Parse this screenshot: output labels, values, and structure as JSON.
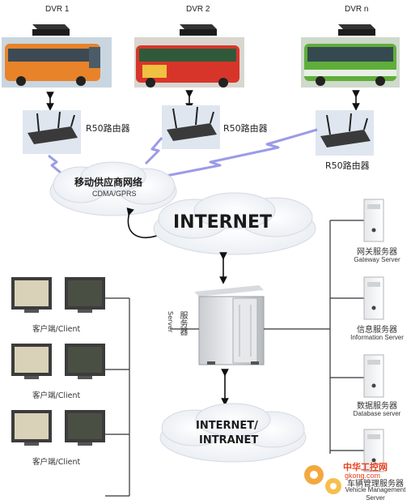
{
  "dvrs": [
    {
      "label": "DVR 1"
    },
    {
      "label": "DVR 2"
    },
    {
      "label": "DVR n"
    }
  ],
  "routers": [
    {
      "label": "R50路由器"
    },
    {
      "label": "R50路由器"
    },
    {
      "label": "R50路由器"
    }
  ],
  "mobile_cloud": {
    "title": "移动供应商网络",
    "subtitle": "CDMA/GPRS"
  },
  "internet_cloud": {
    "title": "INTERNET"
  },
  "intranet_cloud": {
    "line1": "INTERNET/",
    "line2": "INTRANET"
  },
  "central_server": {
    "label_cn": "服务器",
    "label_en": "Server"
  },
  "servers": [
    {
      "name_cn": "网关服务器",
      "name_en": "Gateway Server"
    },
    {
      "name_cn": "信息服务器",
      "name_en": "Information Server"
    },
    {
      "name_cn": "数据服务器",
      "name_en": "Database server"
    },
    {
      "name_cn": "车辆管理服务器",
      "name_en": "Vehicle Management Server"
    }
  ],
  "clients": [
    {
      "label": "客户端/Client"
    },
    {
      "label": "客户端/Client"
    },
    {
      "label": "客户端/Client"
    }
  ],
  "watermark": {
    "line1": "中华工控网",
    "line2": "gkong.com"
  },
  "colors": {
    "bus1": "#e8832a",
    "bus2": "#d8352a",
    "bus3": "#5fae3a",
    "link": "#7a7ae0",
    "router": "#3a3a3a",
    "panel": "#dfe6f0"
  }
}
